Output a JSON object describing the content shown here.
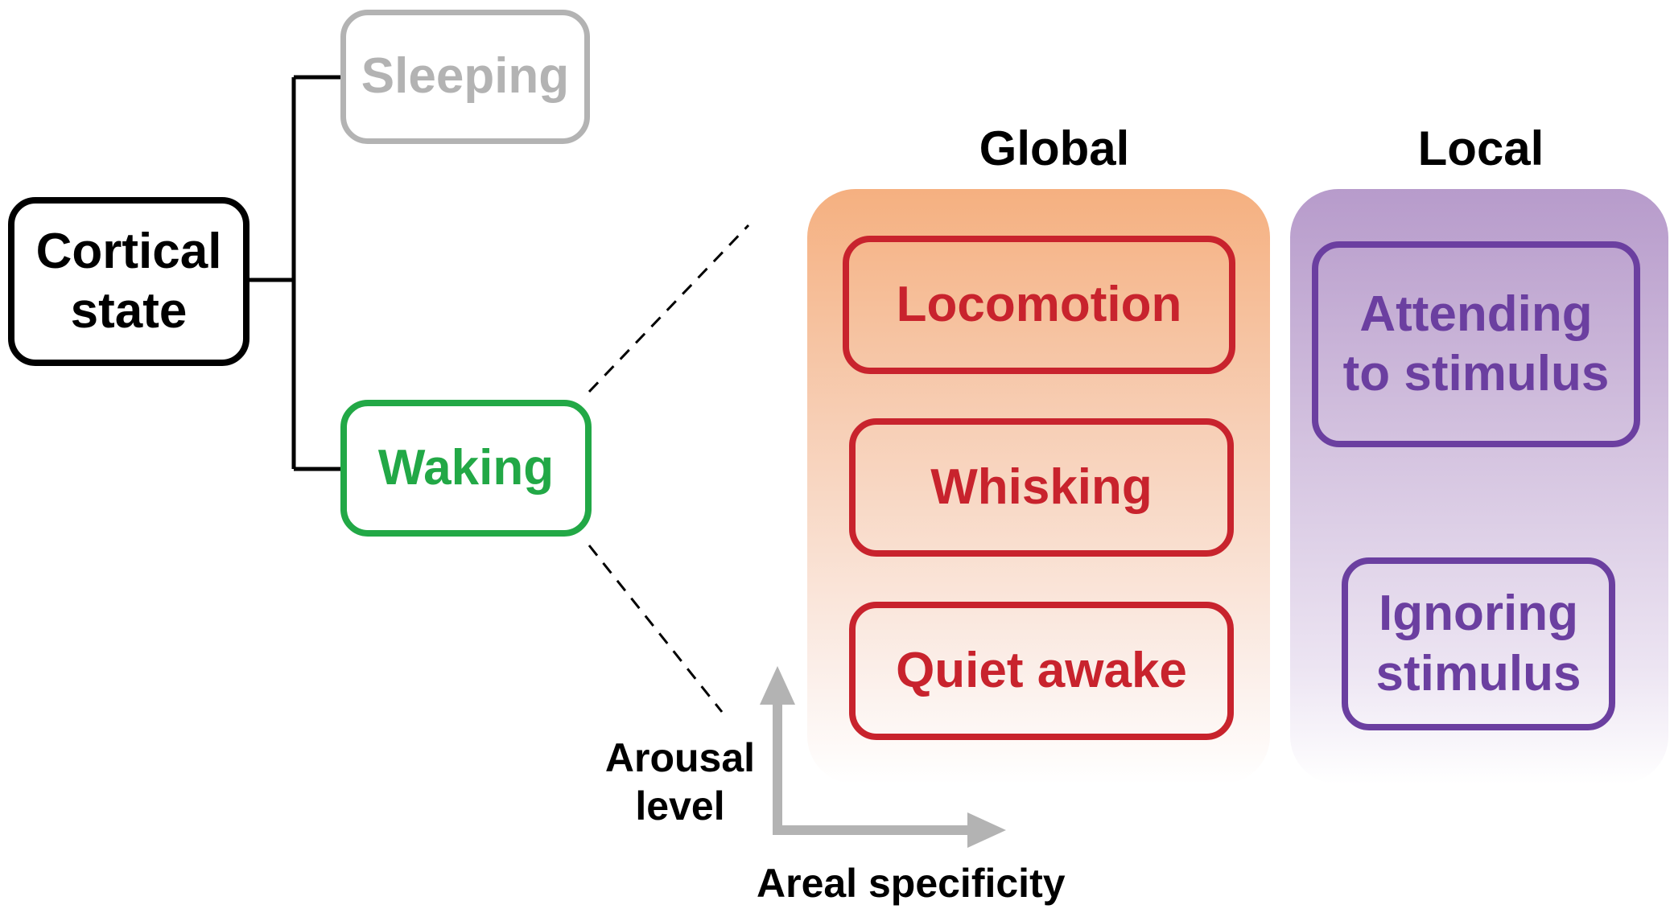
{
  "root": {
    "label_line1": "Cortical",
    "label_line2": "state"
  },
  "sleeping": {
    "label": "Sleeping"
  },
  "waking": {
    "label": "Waking"
  },
  "global": {
    "header": "Global",
    "items": [
      "Locomotion",
      "Whisking",
      "Quiet awake"
    ]
  },
  "local": {
    "header": "Local",
    "items": [
      {
        "line1": "Attending",
        "line2": "to stimulus"
      },
      {
        "line1": "Ignoring",
        "line2": "stimulus"
      }
    ]
  },
  "axes": {
    "y_label_line1": "Arousal",
    "y_label_line2": "level",
    "x_label": "Areal specificity"
  },
  "colors": {
    "root": "#000000",
    "sleeping": "#b3b3b3",
    "waking": "#22a846",
    "global_item": "#c8232d",
    "global_panel": "#f5b080",
    "local_item": "#6b3fa0",
    "local_panel": "#b79bcb",
    "axis_arrow": "#b3b3b3"
  }
}
